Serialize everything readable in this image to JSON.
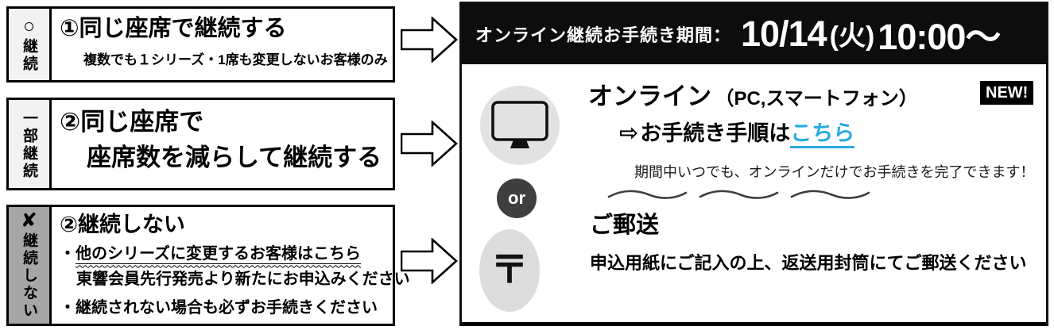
{
  "flow_boxes": [
    {
      "marker": "○",
      "label": "継続",
      "title": "①同じ座席で継続する",
      "note": "複数でも１シリーズ・1席も変更しないお客様のみ"
    },
    {
      "marker": "",
      "label": "一部継続",
      "title_line1": "②同じ座席で",
      "title_line2": "座席数を減らして継続する"
    },
    {
      "marker": "✘",
      "label": "継続しない",
      "title": "②継続しない",
      "bullets": [
        {
          "marker": "・",
          "underlined": "他のシリーズに変更するお客様はこちら",
          "note": "東響会員先行発売より新たにお申込みください"
        },
        {
          "marker": "・",
          "text": "継続されない場合も必ずお手続きください"
        }
      ]
    }
  ],
  "panel": {
    "header": {
      "label": "オンライン継続お手続き期間：",
      "date": "10/14",
      "weekday": "(火)",
      "time": "10:00～"
    },
    "online": {
      "title": "オンライン",
      "subtitle": "（PC,スマートフォン）",
      "badge": "NEW!",
      "arrow": "⇨",
      "link_prefix": "お手続き手順は",
      "link_text": "こちら",
      "note": "期間中いつでも、オンラインだけでお手続きを完了できます！"
    },
    "or_label": "or",
    "mail": {
      "postal_mark": "〒",
      "title": "ご郵送",
      "note": "申込用紙にご記入の上、返送用封筒にてご郵送ください"
    }
  },
  "colors": {
    "link_blue": "#29abe2",
    "header_bg": "#0d0d0d",
    "or_circle": "#3f3f3f",
    "icon_circle": "#e2e2e2",
    "tag_bg_light": "#f2f2f2",
    "tag_bg_dark": "#a6a6a6"
  }
}
